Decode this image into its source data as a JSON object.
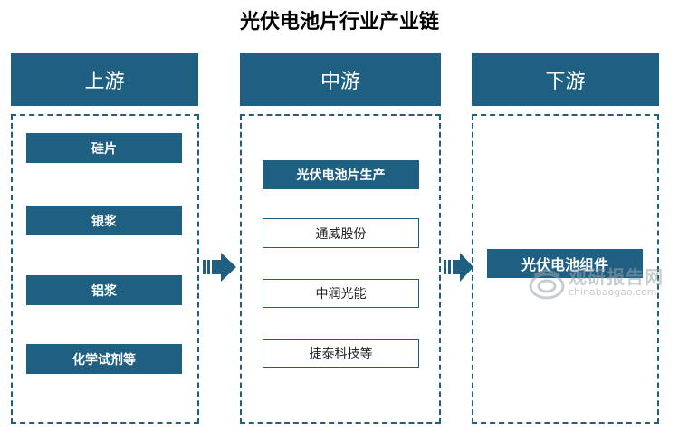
{
  "title": "光伏电池片行业产业链",
  "columns": [
    {
      "header": "上游",
      "items": [
        "硅片",
        "银浆",
        "铝浆",
        "化学试剂等"
      ]
    },
    {
      "header": "中游",
      "main": "光伏电池片生产",
      "companies": [
        "通威股份",
        "中润光能",
        "捷泰科技等"
      ]
    },
    {
      "header": "下游",
      "main": "光伏电池组件"
    }
  ],
  "watermark": {
    "name": "观研报告网",
    "site": "chinabaogao.com"
  },
  "colors": {
    "primary": "#1f5f82"
  },
  "icons": [
    "arrow-right-icon",
    "watermark-logo-icon"
  ]
}
